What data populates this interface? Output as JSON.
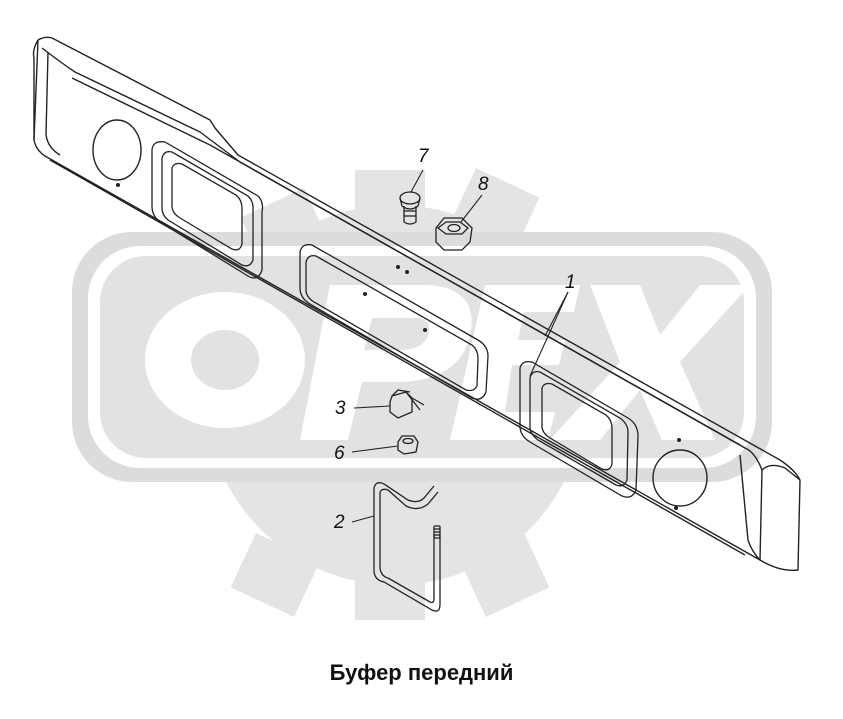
{
  "watermark": {
    "text": "OPEX",
    "color": "#e6e6e6"
  },
  "callouts": [
    {
      "id": "1",
      "label": "1"
    },
    {
      "id": "2",
      "label": "2"
    },
    {
      "id": "3",
      "label": "3"
    },
    {
      "id": "6",
      "label": "6"
    },
    {
      "id": "7",
      "label": "7"
    },
    {
      "id": "8",
      "label": "8"
    }
  ],
  "caption": "Буфер передний",
  "colors": {
    "line": "#222222",
    "watermark": "#e3e3e3"
  }
}
